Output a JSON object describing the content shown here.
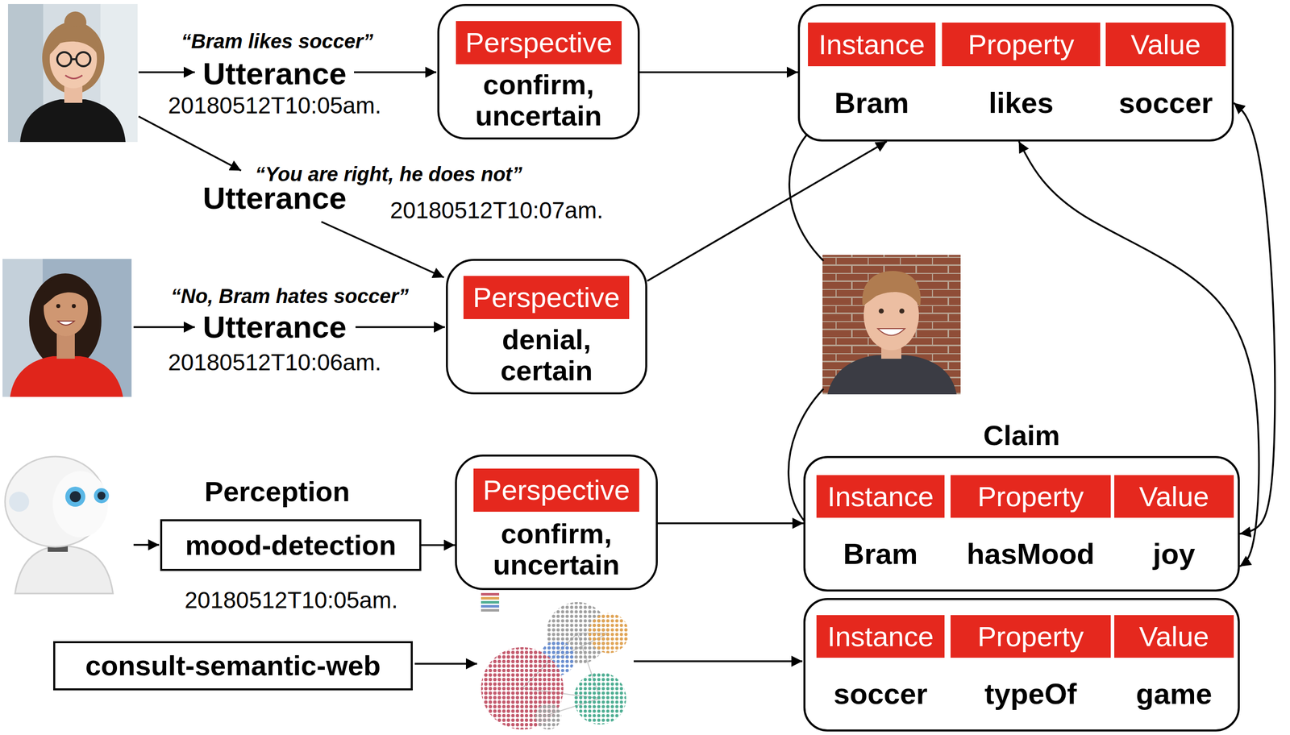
{
  "diagram": {
    "nodes": [
      {
        "text": [
          "confirm, uncertain"
        ]
      },
      {
        "text": [
          "Perspective"
        ],
        "in": 0
      },
      {
        "text": [
          "Bram",
          "likes",
          "soccer"
        ]
      },
      {
        "text": [
          "Instance"
        ],
        "in": 2
      },
      {
        "text": [
          "Property"
        ],
        "in": 2
      },
      {
        "text": [
          "Value"
        ],
        "in": 2
      },
      {
        "text": [
          "denial, certain"
        ]
      },
      {
        "text": [
          "Perspective"
        ],
        "in": 6
      },
      {
        "text": [
          "mood-detection"
        ]
      },
      {
        "text": [
          "confirm, uncertain"
        ]
      },
      {
        "text": [
          "Perspective"
        ],
        "in": 9
      },
      {
        "text": [
          "Claim",
          "Bram",
          "hasMood",
          "joy"
        ]
      },
      {
        "text": [
          "Instance"
        ],
        "in": 11
      },
      {
        "text": [
          "Property"
        ],
        "in": 11
      },
      {
        "text": [
          "Value"
        ],
        "in": 11
      },
      {
        "text": [
          "consult-semantic-web"
        ]
      },
      {
        "text": [
          "soccer",
          "typeOf",
          "game"
        ]
      },
      {
        "text": [
          "Instance"
        ],
        "in": 16
      },
      {
        "text": [
          "Property"
        ],
        "in": 16
      },
      {
        "text": [
          "Value"
        ],
        "in": 16
      }
    ],
    "edges": [
      {
        "from": 0,
        "to": 2,
        "arrow": "to"
      },
      {
        "from": 6,
        "to": 2,
        "arrow": "to"
      },
      {
        "from": 8,
        "to": 9,
        "arrow": "to"
      },
      {
        "from": 9,
        "to": 11,
        "arrow": "to"
      },
      {
        "from": 2,
        "to": 11,
        "arrow": "both"
      },
      {
        "from": 2,
        "to": 11,
        "arrow": "both"
      }
    ],
    "labels": [
      "“Bram likes soccer”",
      "Utterance",
      "20180512T10:05am.",
      "“You are right, he does not”",
      "Utterance",
      "20180512T10:07am.",
      "“No, Bram hates soccer”",
      "Utterance",
      "20180512T10:06am.",
      "Perception",
      "20180512T10:05am."
    ]
  }
}
